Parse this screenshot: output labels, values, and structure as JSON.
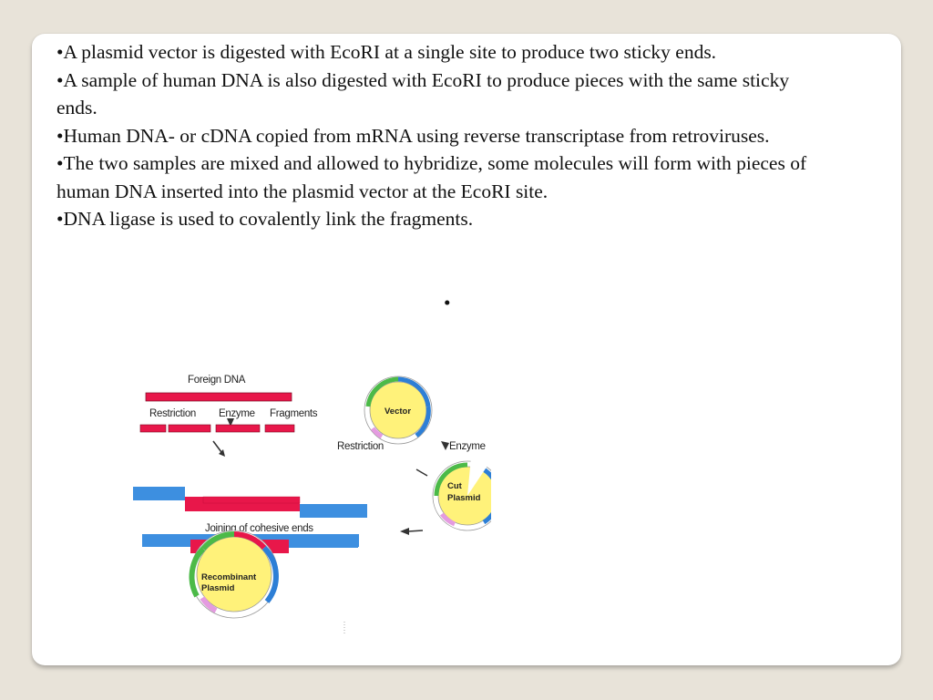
{
  "bullets": [
    "•A plasmid vector is digested with EcoRI at a single site to produce two sticky ends.",
    "•A sample of human DNA is also digested with EcoRI to produce pieces with the same sticky ends.",
    "•Human DNA- or cDNA copied from mRNA using reverse transcriptase from retroviruses.",
    "•The two samples are mixed and allowed to hybridize, some molecules will form with pieces of human DNA inserted into the plasmid vector at the EcoRI site.",
    "•DNA ligase is used to covalently link the fragments."
  ],
  "empty_bullet": "•",
  "diagram": {
    "foreign_dna": "Foreign DNA",
    "restriction_1": "Restriction",
    "enzyme_1": "Enzyme",
    "fragments": "Fragments",
    "vector": "Vector",
    "restriction_2": "Restriction",
    "enzyme_2": "Enzyme",
    "cut": "Cut",
    "plasmid": "Plasmid",
    "joining": "Joining of cohesive ends",
    "recombinant": "Recombinant",
    "recombinant_plasmid": "Plasmid",
    "colors": {
      "foreign_dna": "#e8174a",
      "vector_dna": "#3d8fe0",
      "plasmid_fill": "#fff27a",
      "green_segment": "#4cba48",
      "blue_segment": "#2d7fd6",
      "pink_segment": "#e49be0"
    }
  }
}
